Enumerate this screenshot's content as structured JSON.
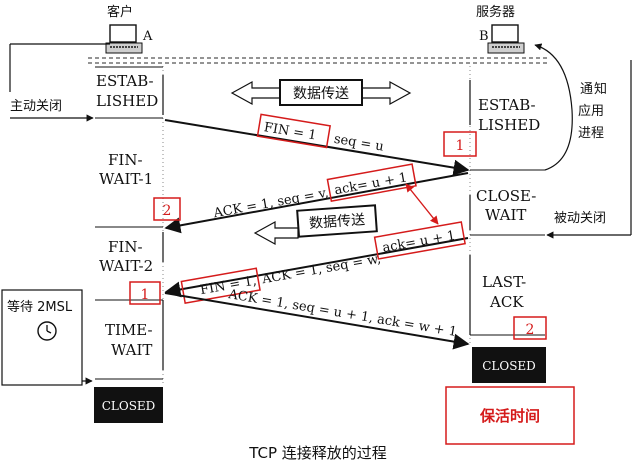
{
  "client": {
    "title": "客户",
    "host": "A"
  },
  "server": {
    "title": "服务器",
    "host": "B"
  },
  "client_states": {
    "established": [
      "ESTAB-",
      "LISHED"
    ],
    "fin_wait_1": [
      "FIN-",
      "WAIT-1"
    ],
    "fin_wait_2": [
      "FIN-",
      "WAIT-2"
    ],
    "time_wait": [
      "TIME-",
      "WAIT"
    ],
    "closed": "CLOSED"
  },
  "server_states": {
    "established": [
      "ESTAB-",
      "LISHED"
    ],
    "close_wait": [
      "CLOSE-",
      "WAIT"
    ],
    "last_ack": [
      "LAST-",
      "ACK"
    ],
    "closed": "CLOSED"
  },
  "side_notes": {
    "active_close": "主动关闭",
    "notify_app": [
      "通",
      "知",
      "应用",
      "进程"
    ],
    "passive_close": "被动关闭",
    "wait_2msl": "等待 2MSL"
  },
  "data_transfer_label": "数据传送",
  "messages": {
    "fin_1": {
      "fin": "FIN = 1",
      "seq": "seq = u"
    },
    "ack_1": {
      "prefix": "ACK = 1, seq = v,",
      "ack": "ack= u + 1"
    },
    "fin_2": {
      "fin": "FIN = 1,",
      "middle": "ACK = 1, seq = w,",
      "ack": "ack= u + 1"
    },
    "ack_2": {
      "text": "ACK = 1, seq = u + 1, ack = w + 1"
    }
  },
  "markers": {
    "m1a": "1",
    "m2a": "2",
    "m1b": "1",
    "m2b": "2"
  },
  "keepalive_label": "保活时间",
  "caption": "TCP 连接释放的过程",
  "colors": {
    "accent": "#d51b1b",
    "line": "#111111",
    "dashed": "#555555"
  }
}
